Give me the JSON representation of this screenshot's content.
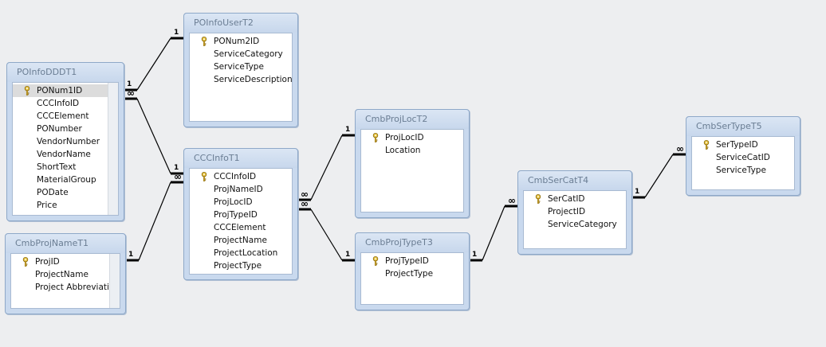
{
  "tables": {
    "poinfodddt1": {
      "title": "POInfoDDDT1",
      "fields": [
        {
          "name": "PONum1ID",
          "key": true,
          "selected": true
        },
        {
          "name": "CCCInfoID"
        },
        {
          "name": "CCCElement"
        },
        {
          "name": "PONumber"
        },
        {
          "name": "VendorNumber"
        },
        {
          "name": "VendorName"
        },
        {
          "name": "ShortText"
        },
        {
          "name": "MaterialGroup"
        },
        {
          "name": "PODate"
        },
        {
          "name": "Price"
        }
      ]
    },
    "poinfousert2": {
      "title": "POInfoUserT2",
      "fields": [
        {
          "name": "PONum2ID",
          "key": true
        },
        {
          "name": "ServiceCategory"
        },
        {
          "name": "ServiceType"
        },
        {
          "name": "ServiceDescription"
        }
      ]
    },
    "cccinfot1": {
      "title": "CCCInfoT1",
      "fields": [
        {
          "name": "CCCInfoID",
          "key": true
        },
        {
          "name": "ProjNameID"
        },
        {
          "name": "ProjLocID"
        },
        {
          "name": "ProjTypeID"
        },
        {
          "name": "CCCElement"
        },
        {
          "name": "ProjectName"
        },
        {
          "name": "ProjectLocation"
        },
        {
          "name": "ProjectType"
        }
      ]
    },
    "cmbprojnamet1": {
      "title": "CmbProjNameT1",
      "fields": [
        {
          "name": "ProjID",
          "key": true
        },
        {
          "name": "ProjectName"
        },
        {
          "name": "Project Abbreviation"
        }
      ]
    },
    "cmbprojloct2": {
      "title": "CmbProjLocT2",
      "fields": [
        {
          "name": "ProjLocID",
          "key": true
        },
        {
          "name": "Location"
        }
      ]
    },
    "cmbprojtypet3": {
      "title": "CmbProjTypeT3",
      "fields": [
        {
          "name": "ProjTypeID",
          "key": true
        },
        {
          "name": "ProjectType"
        }
      ]
    },
    "cmbsercatt4": {
      "title": "CmbSerCatT4",
      "fields": [
        {
          "name": "SerCatID",
          "key": true
        },
        {
          "name": "ProjectID"
        },
        {
          "name": "ServiceCategory"
        }
      ]
    },
    "cmbsertypet5": {
      "title": "CmbSerTypeT5",
      "fields": [
        {
          "name": "SerTypeID",
          "key": true
        },
        {
          "name": "ServiceCatID"
        },
        {
          "name": "ServiceType"
        }
      ]
    }
  },
  "relationships": [
    {
      "from": "poinfousert2",
      "to": "poinfodddt1",
      "from_card": "1",
      "to_card": "1"
    },
    {
      "from": "poinfodddt1",
      "to": "cccinfot1",
      "from_card": "∞",
      "to_card": "1"
    },
    {
      "from": "cmbprojnamet1",
      "to": "cccinfot1",
      "from_card": "1",
      "to_card": "∞"
    },
    {
      "from": "cccinfot1",
      "to": "cmbprojloct2",
      "from_card": "∞",
      "to_card": "1"
    },
    {
      "from": "cccinfot1",
      "to": "cmbprojtypet3",
      "from_card": "∞",
      "to_card": "1"
    },
    {
      "from": "cmbprojtypet3",
      "to": "cmbsercatt4",
      "from_card": "1",
      "to_card": "∞"
    },
    {
      "from": "cmbsercatt4",
      "to": "cmbsertypet5",
      "from_card": "1",
      "to_card": "∞"
    }
  ],
  "colors": {
    "frame": "#c9d9ee",
    "line": "#000000",
    "background": "#edeef0"
  }
}
